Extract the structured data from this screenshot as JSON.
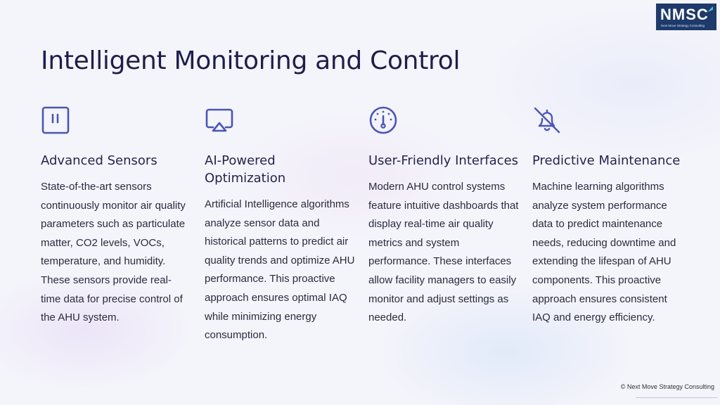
{
  "logo": {
    "mark": "NMSC",
    "tagline": "Next Move Strategy Consulting"
  },
  "title": "Intelligent Monitoring and Control",
  "accent_color": "#4a55b8",
  "cards": [
    {
      "icon": "pause-button-icon",
      "title": "Advanced Sensors",
      "body": "State-of-the-art sensors continuously monitor air quality parameters such as particulate matter, CO2 levels, VOCs, temperature, and humidity. These sensors provide real-time data for precise control of the AHU system."
    },
    {
      "icon": "screen-cast-icon",
      "title": "AI-Powered Optimization",
      "body": "Artificial Intelligence algorithms analyze sensor data and historical patterns to predict air quality trends and optimize AHU performance. This proactive approach ensures optimal IAQ while minimizing energy consumption."
    },
    {
      "icon": "gauge-icon",
      "title": "User-Friendly Interfaces",
      "body": "Modern AHU control systems feature intuitive dashboards that display real-time air quality metrics and system performance. These interfaces allow facility managers to easily monitor and adjust settings as needed."
    },
    {
      "icon": "bell-off-icon",
      "title": "Predictive Maintenance",
      "body": "Machine learning algorithms analyze system performance data to predict maintenance needs, reducing downtime and extending the lifespan of AHU components. This proactive approach ensures consistent IAQ and energy efficiency."
    }
  ],
  "footer": "© Next Move Strategy Consulting"
}
